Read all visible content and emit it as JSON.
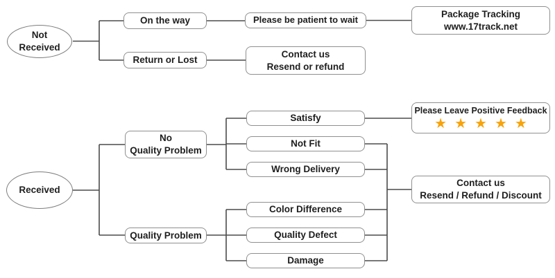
{
  "colors": {
    "line": "#4a4a4a",
    "box_border": "#8f8f8f",
    "text": "#1e1e1e",
    "star": "#f7a30b",
    "background": "#ffffff"
  },
  "top_flow": {
    "root": "Not\nReceived",
    "on_the_way": "On the way",
    "return_or_lost": "Return or Lost",
    "be_patient": "Please be patient to wait",
    "package_tracking": "Package Tracking\nwww.17track.net",
    "contact_resend_refund": "Contact us\nResend or refund"
  },
  "bottom_flow": {
    "root": "Received",
    "no_quality_problem": "No\nQuality Problem",
    "quality_problem": "Quality Problem",
    "satisfy": "Satisfy",
    "not_fit": "Not Fit",
    "wrong_delivery": "Wrong Delivery",
    "color_difference": "Color Difference",
    "quality_defect": "Quality Defect",
    "damage": "Damage",
    "feedback_title": "Please Leave Positive Feedback",
    "stars": "★★★★★",
    "star_count": 5,
    "contact_resend_refund_discount": "Contact us\nResend / Refund / Discount"
  }
}
